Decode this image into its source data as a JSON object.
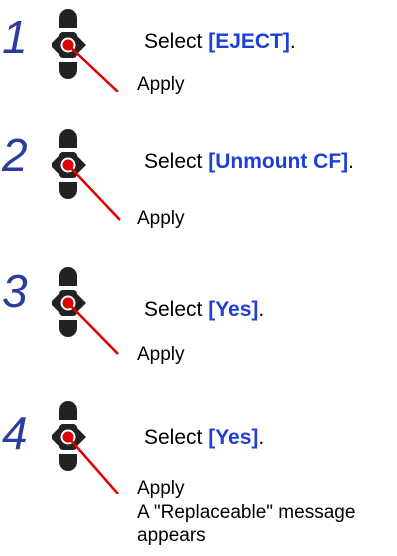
{
  "steps": [
    {
      "number": "1",
      "prefix": "Select ",
      "key": "[EJECT]",
      "suffix": ".",
      "action": "Apply"
    },
    {
      "number": "2",
      "prefix": "Select ",
      "key": "[Unmount CF]",
      "suffix": ".",
      "action": "Apply"
    },
    {
      "number": "3",
      "prefix": "Select ",
      "key": "[Yes]",
      "suffix": ".",
      "action": "Apply"
    },
    {
      "number": "4",
      "prefix": "Select ",
      "key": "[Yes]",
      "suffix": ".",
      "action": "Apply",
      "note_line1": "A \"Replaceable\" message",
      "note_line2": "appears"
    }
  ],
  "colors": {
    "step_number": "#2a3c9c",
    "key_text": "#1e3fd6",
    "pointer": "#e00000",
    "pad": "#222222"
  },
  "icons": {
    "control": "direction-pad-icon"
  }
}
